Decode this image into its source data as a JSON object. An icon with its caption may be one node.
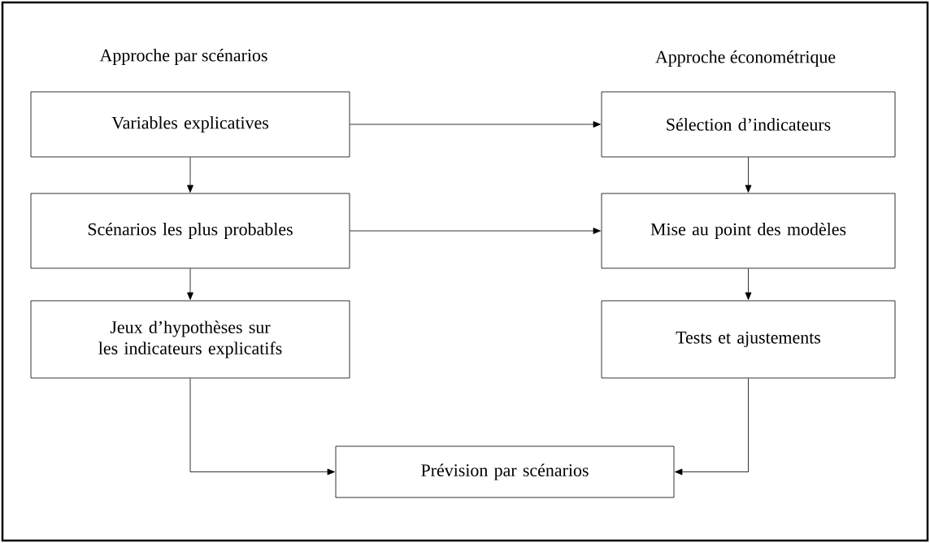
{
  "diagram": {
    "nodes": [
      {
        "text": [
          "Variables explicatives"
        ]
      },
      {
        "text": [
          "Sélection d’indicateurs"
        ]
      },
      {
        "text": [
          "Scénarios les plus probables"
        ]
      },
      {
        "text": [
          "Mise au point des modèles"
        ]
      },
      {
        "text": [
          "Jeux d’hypothèses sur les indicateurs explicatifs"
        ]
      },
      {
        "text": [
          "Tests et ajustements"
        ]
      },
      {
        "text": [
          "Prévision par scénarios"
        ]
      }
    ],
    "edges": [
      {
        "from": 0,
        "to": 1,
        "arrow": "to"
      },
      {
        "from": 0,
        "to": 2,
        "arrow": "to"
      },
      {
        "from": 2,
        "to": 3,
        "arrow": "to"
      },
      {
        "from": 1,
        "to": 3,
        "arrow": "to"
      },
      {
        "from": 2,
        "to": 4,
        "arrow": "to"
      },
      {
        "from": 3,
        "to": 5,
        "arrow": "to"
      },
      {
        "from": 4,
        "to": 6,
        "arrow": "to"
      },
      {
        "from": 5,
        "to": 6,
        "arrow": "to"
      }
    ],
    "labels": [
      "Approche par scénarios",
      "Approche économétrique"
    ]
  }
}
